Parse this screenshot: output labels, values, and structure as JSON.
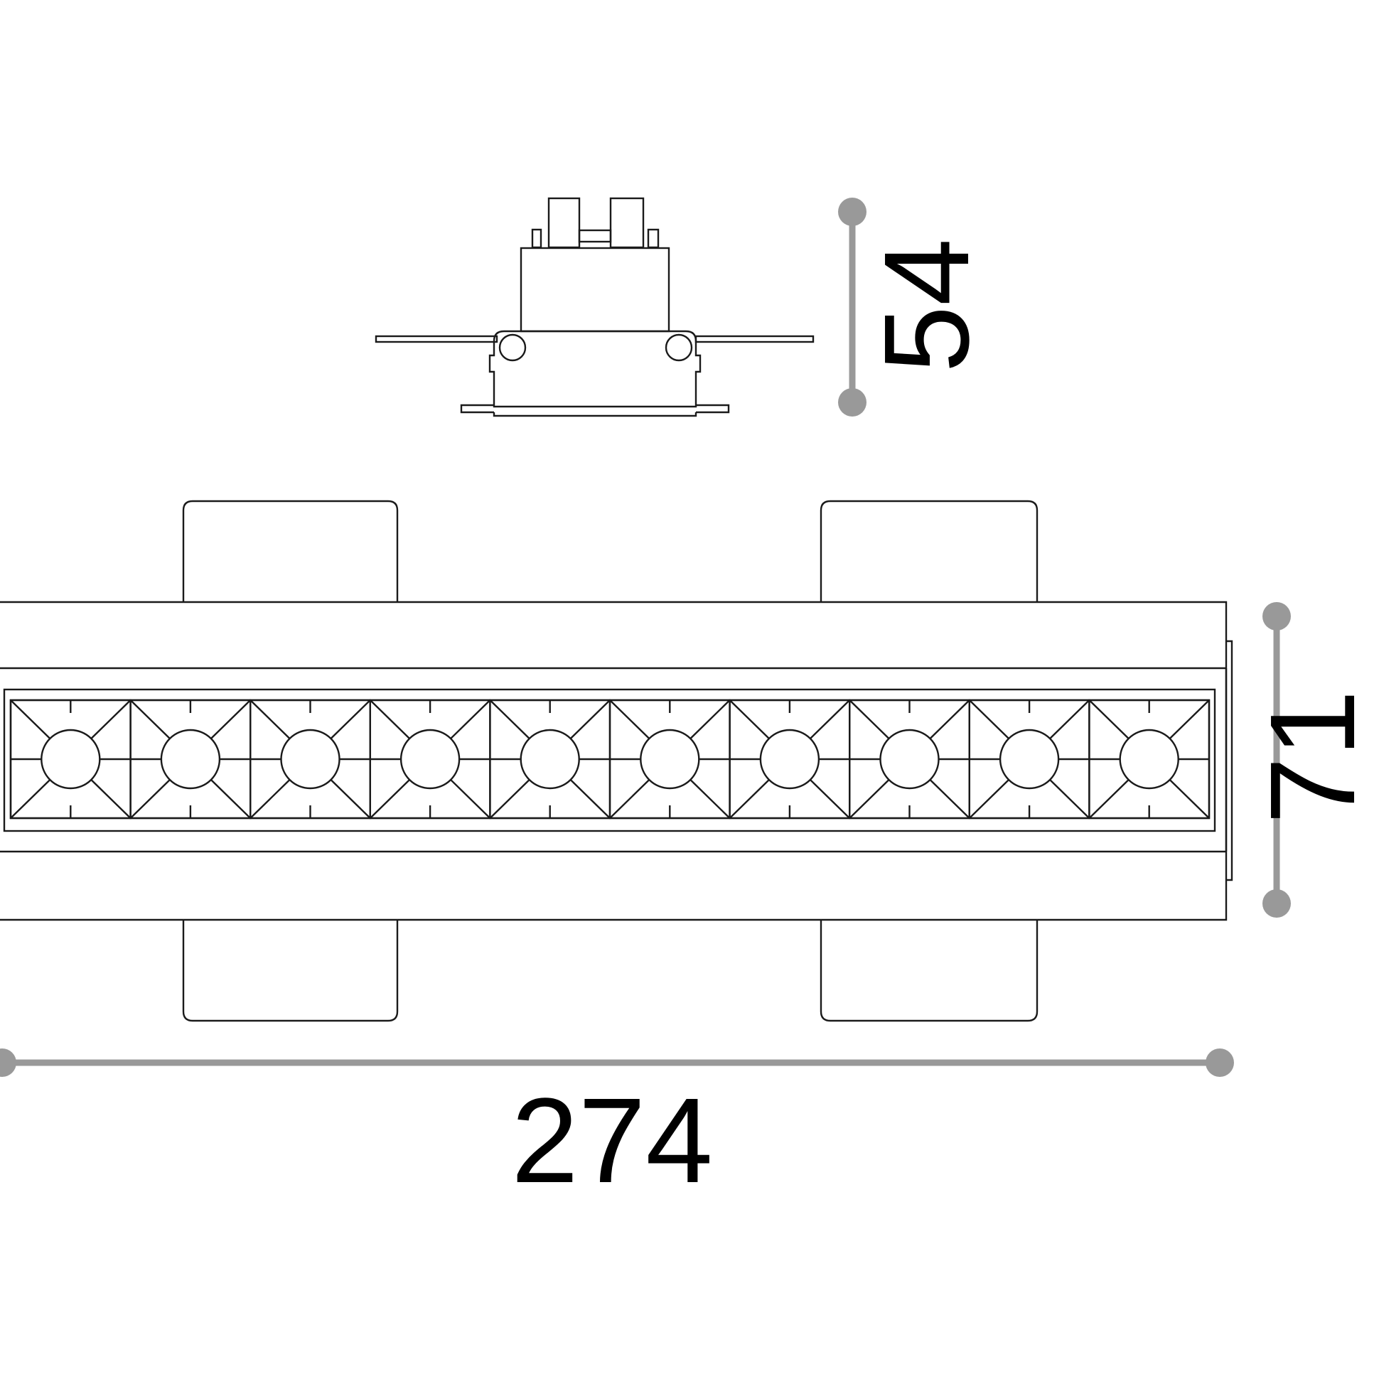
{
  "dimensions": {
    "height": {
      "value": "54"
    },
    "width": {
      "value": "274"
    },
    "depth": {
      "value": "71"
    }
  },
  "led_module": {
    "led_count": 10
  },
  "colors": {
    "outline": "#1a1a1a",
    "dimension_line": "#999999",
    "dimension_text": "#000000",
    "background": "#ffffff"
  }
}
